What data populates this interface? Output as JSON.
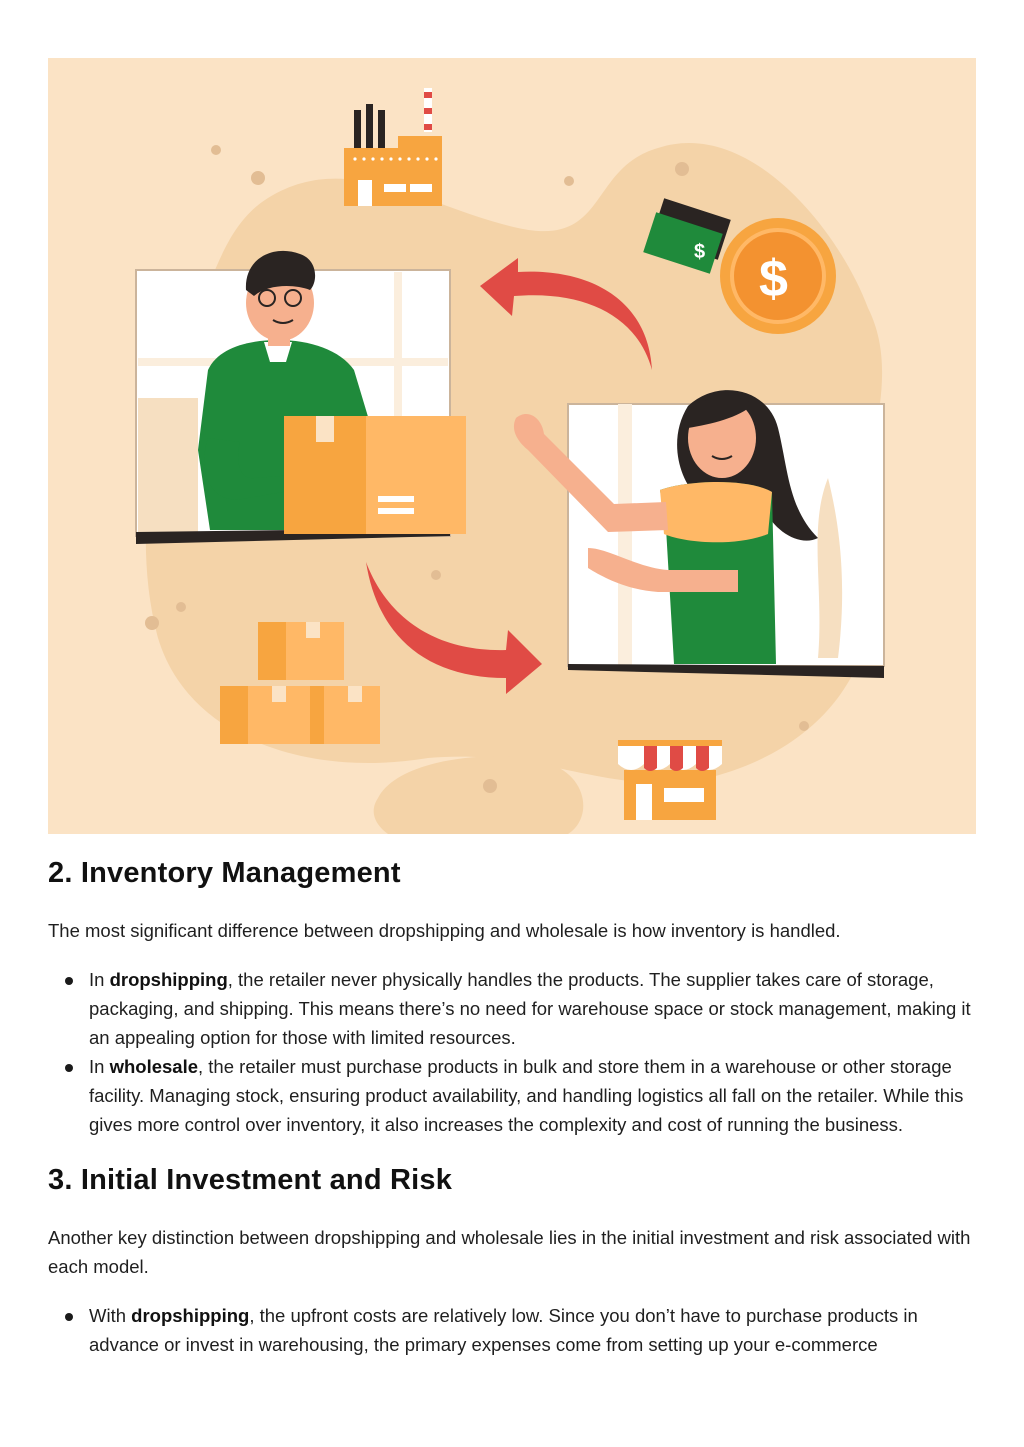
{
  "colors": {
    "hero_background": "#fbe3c5",
    "blob": "#f4d3a8",
    "box_orange": "#f7a540",
    "shirt_green": "#1f8a3b",
    "arrow_red": "#e04b45",
    "text": "#1f1f1f"
  },
  "hero": {
    "icons": [
      "factory-icon",
      "cash-icon",
      "coin-dollar-icon",
      "box-icon",
      "store-icon",
      "arrow-icon"
    ],
    "cash_symbol": "$",
    "coin_symbol": "$"
  },
  "sections": {
    "inventory": {
      "heading": "2. Inventory Management",
      "intro": "The most significant difference between dropshipping and wholesale is how inventory is handled.",
      "items": [
        {
          "prefix": "In ",
          "bold": "dropshipping",
          "rest": ", the retailer never physically handles the products. The supplier takes care of storage, packaging, and shipping. This means there’s no need for warehouse space or stock management, making it an appealing option for those with limited resources."
        },
        {
          "prefix": "In ",
          "bold": "wholesale",
          "rest": ", the retailer must purchase products in bulk and store them in a warehouse or other storage facility. Managing stock, ensuring product availability, and handling logistics all fall on the retailer. While this gives more control over inventory, it also increases the complexity and cost of running the business."
        }
      ]
    },
    "risk": {
      "heading": "3. Initial Investment and Risk",
      "intro": "Another key distinction between dropshipping and wholesale lies in the initial investment and risk associated with each model.",
      "items": [
        {
          "prefix": "With ",
          "bold": "dropshipping",
          "rest": ", the upfront costs are relatively low. Since you don’t have to purchase products in advance or invest in warehousing, the primary expenses come from setting up your e-commerce"
        }
      ]
    }
  }
}
